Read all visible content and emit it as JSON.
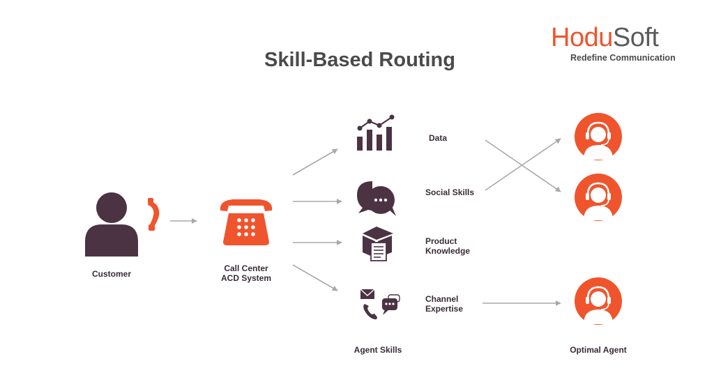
{
  "brand": {
    "name_part1": "Hodu",
    "name_part2": "Soft",
    "tagline": "Redefine Communication",
    "accent_color": "#F0542D",
    "dark_color": "#4B3343"
  },
  "title": "Skill-Based Routing",
  "nodes": {
    "customer": {
      "label": "Customer",
      "icon": "person-with-phone-icon"
    },
    "acd": {
      "label": "Call Center\nACD System",
      "icon": "desk-phone-icon"
    }
  },
  "skills": [
    {
      "label": "Data",
      "icon": "bar-chart-icon"
    },
    {
      "label": "Social Skills",
      "icon": "chat-bubbles-icon"
    },
    {
      "label": "Product\nKnowledge",
      "icon": "product-box-icon"
    },
    {
      "label": "Channel\nExpertise",
      "icon": "channels-icon"
    }
  ],
  "column_labels": {
    "skills": "Agent Skills",
    "agents": "Optimal Agent"
  },
  "agents": [
    {
      "icon": "agent-headset-icon"
    },
    {
      "icon": "agent-headset-icon"
    },
    {
      "icon": "agent-headset-icon"
    }
  ]
}
